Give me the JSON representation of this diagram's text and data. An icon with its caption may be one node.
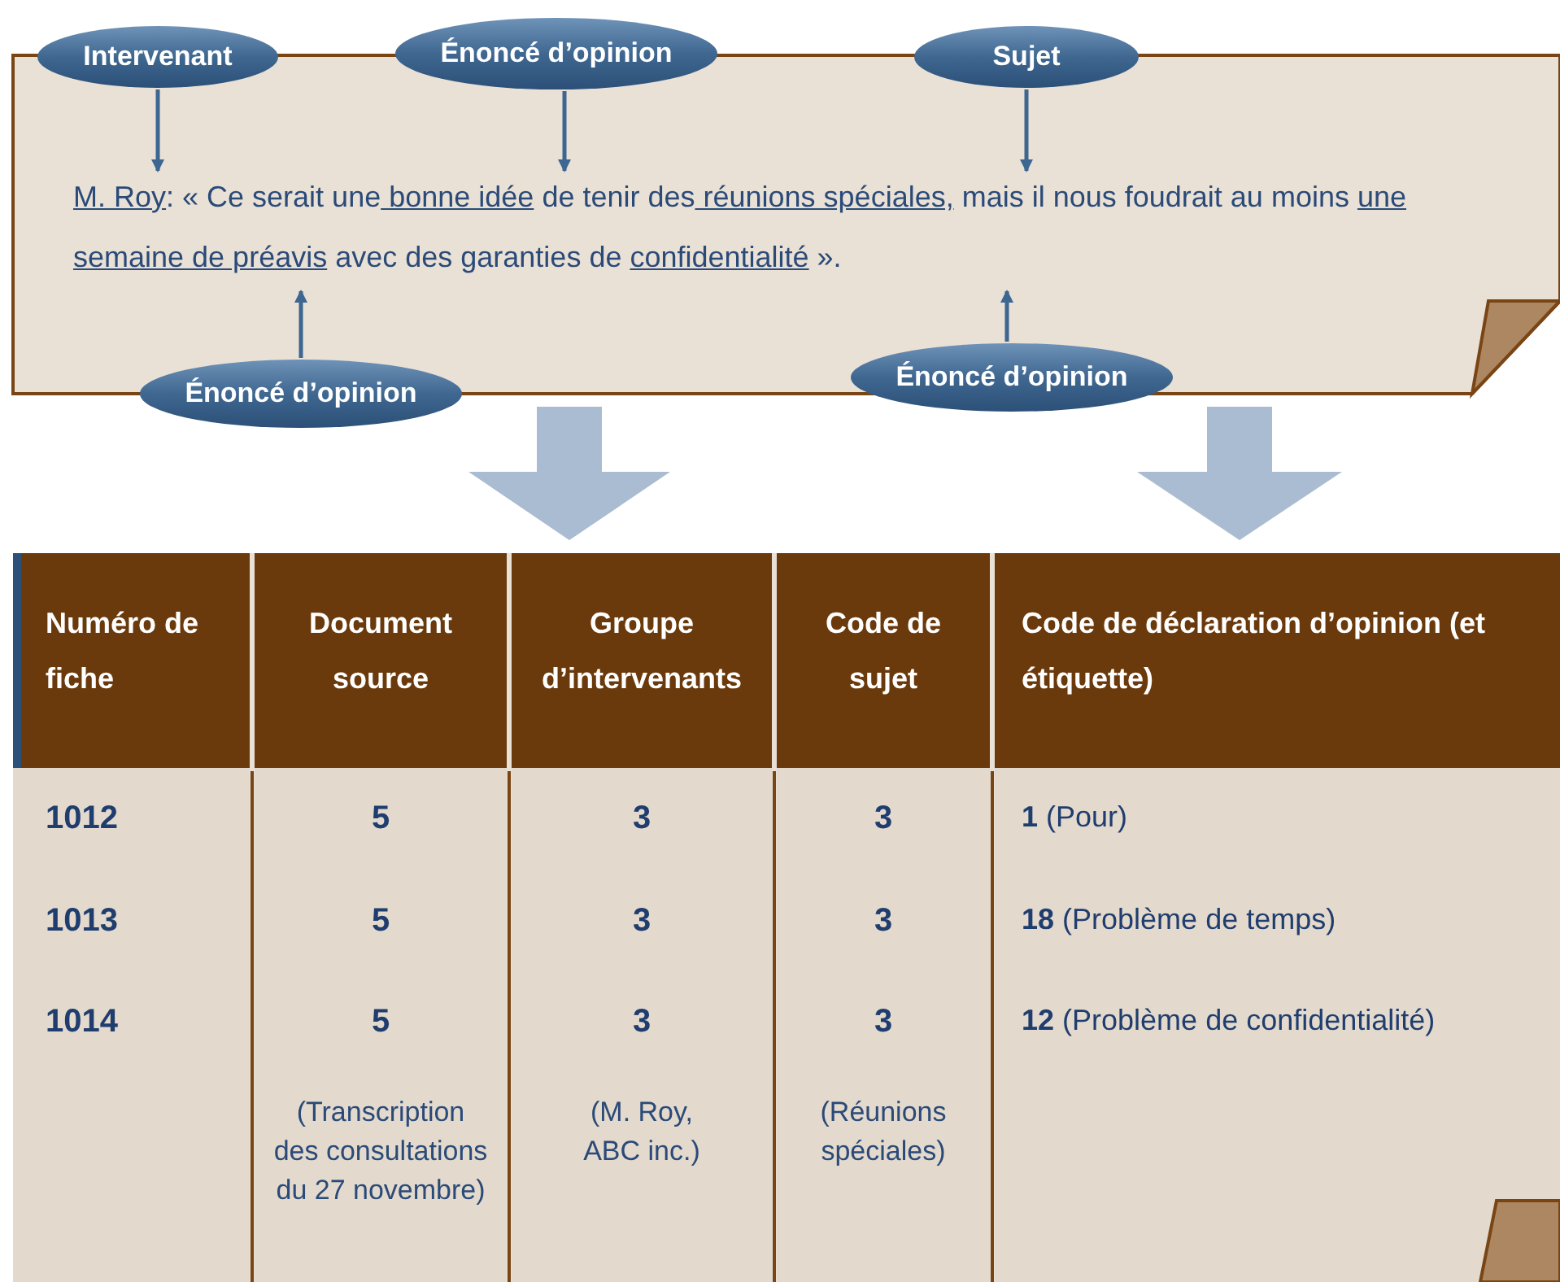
{
  "diagram": {
    "nodes": [
      {
        "text": [
          "Intervenant"
        ]
      },
      {
        "text": [
          "Énoncé d’opinion"
        ]
      },
      {
        "text": [
          "Sujet"
        ]
      },
      {
        "text": [
          "Énoncé d’opinion"
        ]
      },
      {
        "text": [
          "Énoncé d’opinion"
        ]
      },
      {
        "text": [
          "M. Roy: « Ce serait une bonne idée de tenir des réunions spéciales, mais il nous foudrait au moins une semaine de préavis avec des garanties de confidentialité »."
        ]
      }
    ],
    "edges": [
      {
        "from": 0,
        "to": 5,
        "arrow": "to"
      },
      {
        "from": 1,
        "to": 5,
        "arrow": "to"
      },
      {
        "from": 2,
        "to": 5,
        "arrow": "to"
      },
      {
        "from": 3,
        "to": 5,
        "arrow": "to"
      },
      {
        "from": 4,
        "to": 5,
        "arrow": "to"
      }
    ],
    "labels": [
      "Numéro de fiche",
      "Document source",
      "Groupe d’intervenants",
      "Code de sujet",
      "Code de déclaration d’opinion (et étiquette)",
      "1012",
      "5",
      "3",
      "3",
      "**1** (Pour)",
      "1013",
      "5",
      "3",
      "3",
      "**18** (Problème de temps)",
      "1014",
      "5",
      "3",
      "3",
      "**12** (Problème de confidentialité)",
      "(Transcription des consultations du 27 novembre)",
      "(M. Roy, ABC inc.)",
      "(Réunions spéciales)"
    ]
  }
}
